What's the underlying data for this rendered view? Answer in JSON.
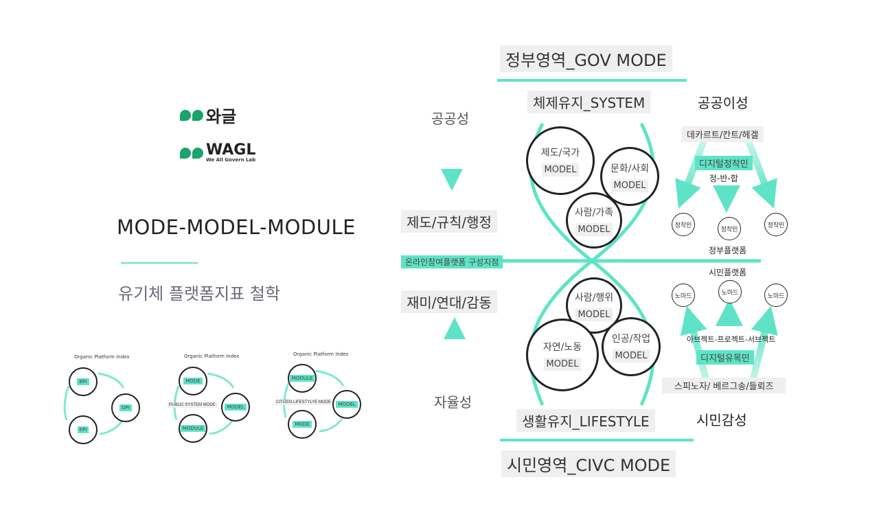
{
  "brand": {
    "korean": "와글",
    "english": "WAGL",
    "tagline": "We All Govern Lab"
  },
  "left": {
    "title": "MODE-MODEL-MODULE",
    "subtitle": "유기체 플랫폼지표 철학"
  },
  "mini": [
    {
      "title": "Organic Platform Index",
      "nodes": [
        "BPI",
        "OPI",
        "EPI"
      ],
      "label": ""
    },
    {
      "title": "Organic Platform Index",
      "nodes": [
        "MODE",
        "MODEL",
        "MODULE"
      ],
      "label": "PUBLIC SYSTEM MODE"
    },
    {
      "title": "Organic Platform Index",
      "nodes": [
        "MODULE",
        "MODEL",
        "MODE"
      ],
      "label": "CITIZEN LIFESTYLYE MODE"
    }
  ],
  "center": {
    "gov_mode": "정부영역_GOV MODE",
    "system": "체제유지_SYSTEM",
    "lifestyle": "생활유지_LIFESTYLE",
    "civic_mode": "시민영역_CIVC MODE",
    "publicness": "공공성",
    "institution": "제도/규칙/행정",
    "platform": "온라인참여플랫폼 구성지점",
    "fun": "재미/연대/감동",
    "autonomy": "자율성",
    "circles": [
      {
        "name": "제도/국가",
        "model": "MODEL"
      },
      {
        "name": "문화/사회",
        "model": "MODEL"
      },
      {
        "name": "사람/가족",
        "model": "MODEL"
      },
      {
        "name": "사람/행위",
        "model": "MODEL"
      },
      {
        "name": "자연/노동",
        "model": "MODEL"
      },
      {
        "name": "인공/작업",
        "model": "MODEL"
      }
    ]
  },
  "right": {
    "public_rationality": "공공이성",
    "philosophers_top": "데카르트/칸트/헤겔",
    "digital_settler": "디지털정착민",
    "dialectic": "정-반-합",
    "settler": "정착민",
    "gov_platform": "정부플랫폼",
    "citizen_platform": "시민플랫폼",
    "nomad": "노마드",
    "object_chain": "아브젝트-프로젝트-서브젝트",
    "digital_nomad": "디지털유목민",
    "philosophers_bottom": "스피노자/ 베르그송/들뢰즈",
    "citizen_sensibility": "시민감성"
  },
  "colors": {
    "accent": "#5fe3c6",
    "brand_green": "#1aa36b"
  }
}
